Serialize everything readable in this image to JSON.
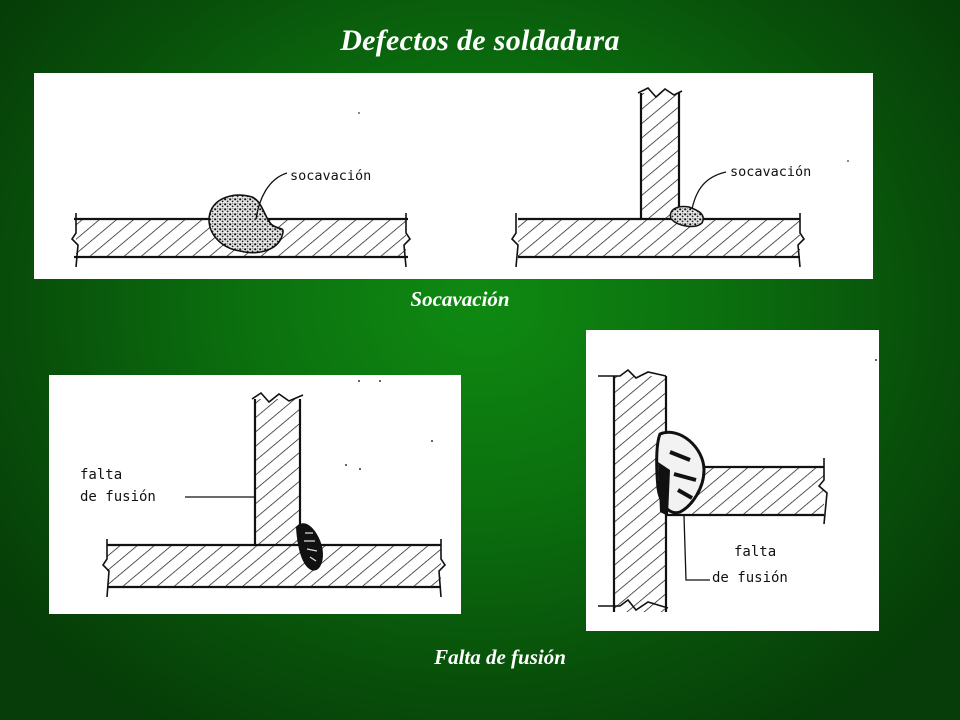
{
  "title": "Defectos de soldadura",
  "captions": {
    "undercut": "Socavación",
    "lack_of_fusion": "Falta de fusión"
  },
  "labels": {
    "undercut_butt": "socavación",
    "undercut_tee": "socavación",
    "fusion_tee_line1": "falta",
    "fusion_tee_line2": "de fusión",
    "fusion_corner_line1": "falta",
    "fusion_corner_line2": "de fusión"
  },
  "colors": {
    "background": "#0b6e0e",
    "text": "#ffffff",
    "ink": "#111111"
  }
}
